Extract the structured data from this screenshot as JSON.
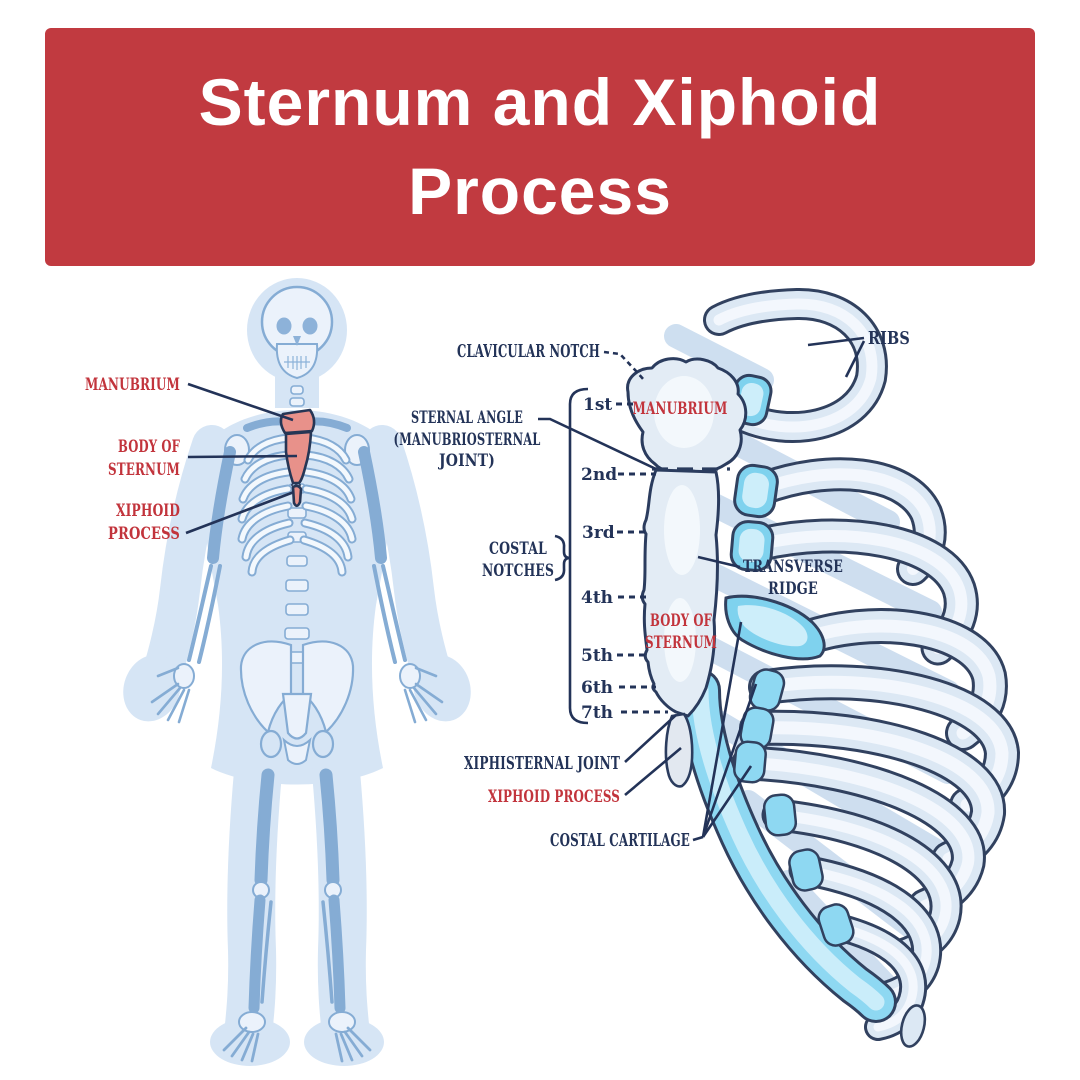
{
  "title": {
    "line1": "Sternum and Xiphoid",
    "line2": "Process"
  },
  "palette": {
    "banner_red": "#c13a40",
    "label_navy": "#233358",
    "label_red": "#c2343c",
    "bone_outline_navy": "#31415f",
    "bone_fill": "#dce8f4",
    "bone_light": "#f3f8fd",
    "cartilage_cyan": "#8ed8f2",
    "cartilage_light": "#cdeefa",
    "skeleton_silhouette_blue": "#d6e5f5",
    "skeleton_bone_stroke": "#85acd4",
    "sternum_highlight_salmon": "#e8918a",
    "shadow_rib_blue": "#c9dbee"
  },
  "overview": {
    "description": "full skeleton with highlighted sternum",
    "labels": {
      "manubrium": "MANUBRIUM",
      "body_of_sternum": [
        "BODY OF",
        "STERNUM"
      ],
      "xiphoid_process": [
        "XIPHOID",
        "PROCESS"
      ]
    }
  },
  "detail": {
    "description": "sternum and rib cage close-up",
    "labels": {
      "clavicular_notch": "CLAVICULAR NOTCH",
      "ribs": "RIBS",
      "manubrium": "MANUBRIUM",
      "sternal_angle": [
        "STERNAL ANGLE",
        "(MANUBRIOSTERNAL",
        "JOINT)"
      ],
      "costal_notches": [
        "COSTAL",
        "NOTCHES"
      ],
      "transverse_ridge": [
        "TRANSVERSE",
        "RIDGE"
      ],
      "body_of_sternum": [
        "BODY OF",
        "STERNUM"
      ],
      "xiphisternal_joint": "XIPHISTERNAL JOINT",
      "xiphoid_process": "XIPHOID PROCESS",
      "costal_cartilage": "COSTAL CARTILAGE",
      "costal_notch_numbers": [
        "1st",
        "2nd",
        "3rd",
        "4th",
        "5th",
        "6th",
        "7th"
      ]
    }
  }
}
